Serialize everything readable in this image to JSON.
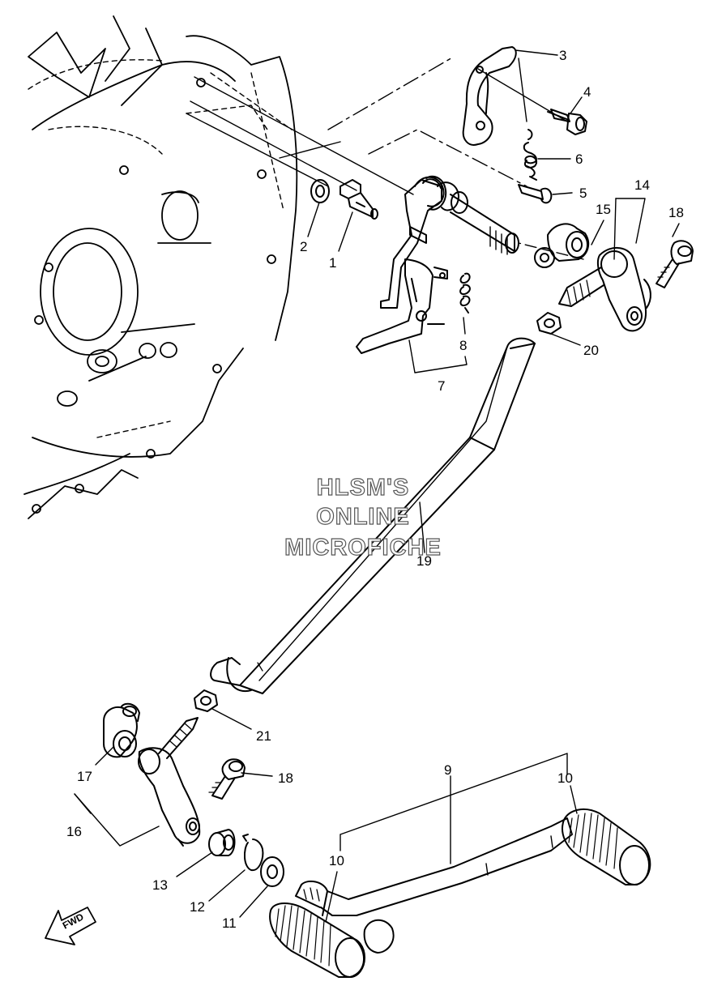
{
  "watermark": {
    "line1": "HLSM'S",
    "line2": "ONLINE",
    "line3": "MICROFICHE"
  },
  "fwd_arrow": {
    "label": "FWD",
    "icon": "fwd-arrow-icon"
  },
  "callouts": {
    "c1": "1",
    "c2": "2",
    "c3": "3",
    "c4": "4",
    "c5": "5",
    "c6": "6",
    "c7": "7",
    "c8": "8",
    "c9": "9",
    "c10a": "10",
    "c10b": "10",
    "c11": "11",
    "c12": "12",
    "c13": "13",
    "c14": "14",
    "c15": "15",
    "c16": "16",
    "c17": "17",
    "c18a": "18",
    "c18b": "18",
    "c19": "19",
    "c20": "20",
    "c21": "21"
  }
}
